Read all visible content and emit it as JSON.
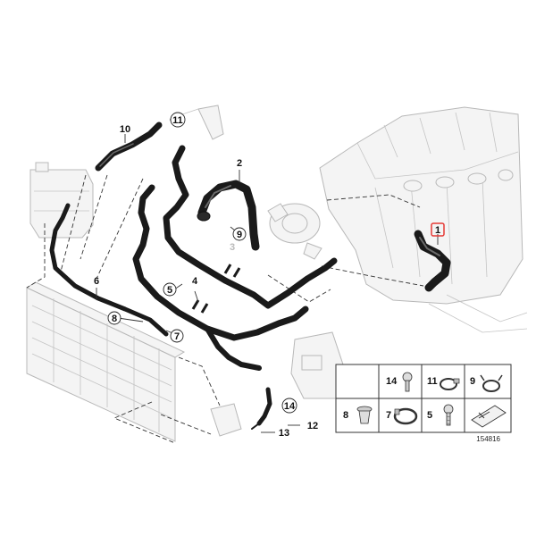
{
  "callouts": {
    "c1": "1",
    "c2": "2",
    "c3": "3",
    "c4": "4",
    "c5": "5",
    "c6": "6",
    "c7": "7",
    "c8": "8",
    "c9": "9",
    "c10": "10",
    "c11": "11",
    "c12": "12",
    "c13": "13",
    "c14": "14"
  },
  "legend": {
    "cells": [
      {
        "num": "14",
        "icon": "screw-clip-icon"
      },
      {
        "num": "11",
        "icon": "hose-clamp-icon"
      },
      {
        "num": "9",
        "icon": "spring-clamp-icon"
      },
      {
        "num": "8",
        "icon": "push-rivet-icon"
      },
      {
        "num": "7",
        "icon": "band-clamp-icon"
      },
      {
        "num": "5",
        "icon": "screw-icon"
      },
      {
        "num": "",
        "icon": "mounting-plate-icon"
      }
    ]
  },
  "doc_number": "154816",
  "colors": {
    "hose": "#1a1a1a",
    "sketch": "#b8b8b8",
    "highlight": "#e53935",
    "lines": "#333333"
  }
}
